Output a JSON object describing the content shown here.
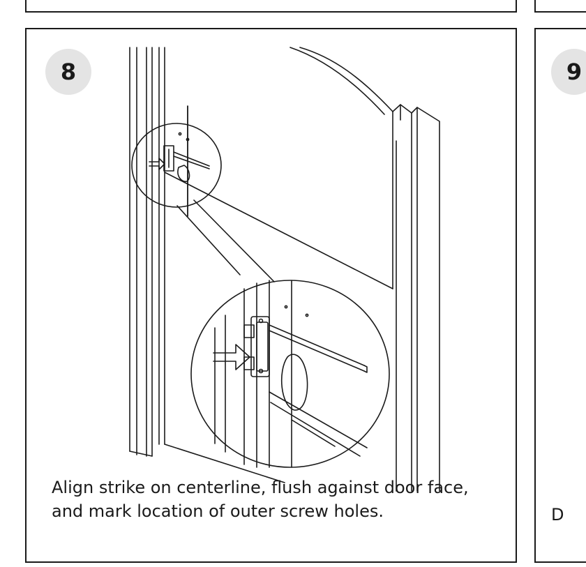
{
  "panels": {
    "left": {
      "step_number": "8",
      "caption_line1": "Align strike on centerline, flush against door face,",
      "caption_line2": "and mark location of outer screw holes."
    },
    "right": {
      "step_number": "9",
      "caption_fragment": "D"
    }
  }
}
